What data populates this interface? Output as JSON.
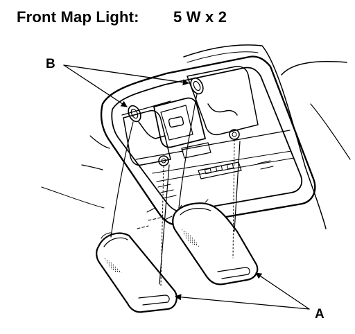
{
  "title": {
    "label": "Front Map Light:",
    "value": "5 W x 2"
  },
  "callouts": {
    "a": "A",
    "b": "B"
  },
  "colors": {
    "ink": "#000000",
    "paper": "#ffffff",
    "shade": "#9a9a9a"
  }
}
